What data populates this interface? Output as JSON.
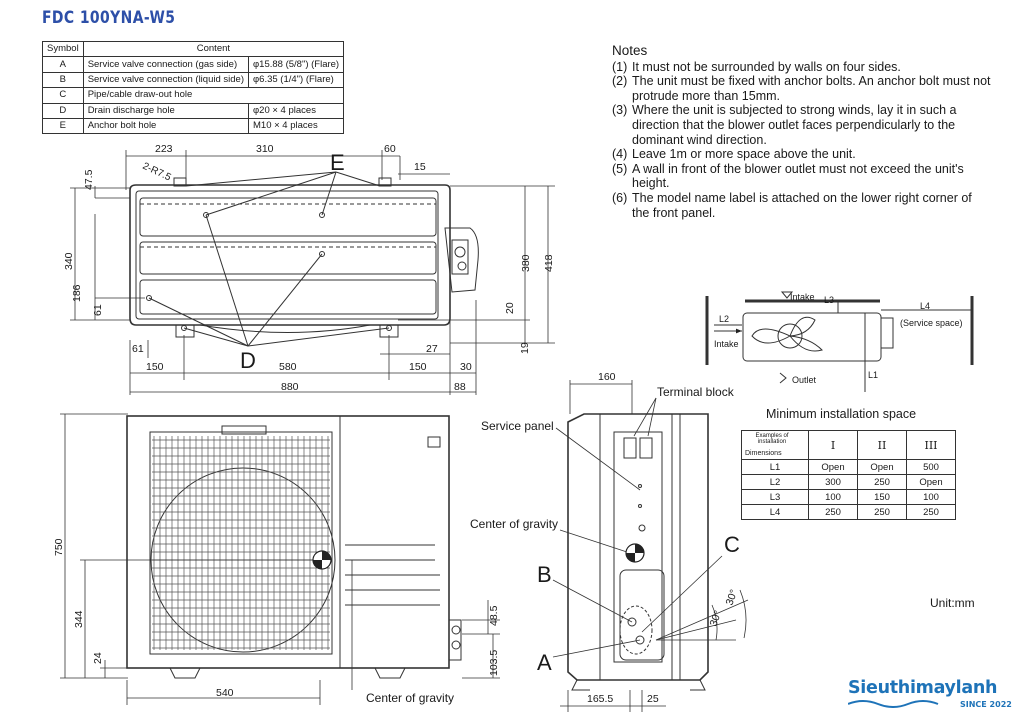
{
  "title": "FDC 100YNA-W5",
  "symbol_table": {
    "headers": [
      "Symbol",
      "Content"
    ],
    "rows": [
      {
        "symbol": "A",
        "content": "Service valve connection (gas side)",
        "spec": "φ15.88 (5/8\") (Flare)"
      },
      {
        "symbol": "B",
        "content": "Service valve connection (liquid side)",
        "spec": "φ6.35 (1/4\") (Flare)"
      },
      {
        "symbol": "C",
        "content": "Pipe/cable draw-out hole",
        "spec": ""
      },
      {
        "symbol": "D",
        "content": "Drain discharge hole",
        "spec": "φ20 × 4 places"
      },
      {
        "symbol": "E",
        "content": "Anchor bolt hole",
        "spec": "M10 × 4 places"
      }
    ]
  },
  "notes": {
    "title": "Notes",
    "items": [
      {
        "num": "(1)",
        "text": "It must not be surrounded by walls on four sides."
      },
      {
        "num": "(2)",
        "text": "The unit must be fixed with anchor bolts. An anchor bolt must not protrude more than 15mm."
      },
      {
        "num": "(3)",
        "text": "Where the unit is subjected to strong winds, lay it in such a direction that the blower outlet faces perpendicularly to the dominant wind direction."
      },
      {
        "num": "(4)",
        "text": "Leave 1m or more space above the unit."
      },
      {
        "num": "(5)",
        "text": "A wall in front of the blower outlet must not exceed the unit's height."
      },
      {
        "num": "(6)",
        "text": "The model name label is attached on the lower right corner of the front panel."
      }
    ]
  },
  "top_view": {
    "dims": {
      "d223": "223",
      "d310": "310",
      "d60": "60",
      "d15": "15",
      "d47_5": "47.5",
      "d340": "340",
      "d186": "186",
      "d61v": "61",
      "d380": "380",
      "d418": "418",
      "d20": "20",
      "d19": "19",
      "d61h": "61",
      "d27": "27",
      "d150a": "150",
      "d580": "580",
      "d150b": "150",
      "d30": "30",
      "d880": "880",
      "d88": "88"
    },
    "radius": "2-R7.5",
    "label_e": "E",
    "label_d": "D"
  },
  "front_view": {
    "d750": "750",
    "d344": "344",
    "d24": "24",
    "d48_5": "48.5",
    "d103_5": "103.5",
    "d540": "540",
    "cog": "Center of gravity"
  },
  "side_view": {
    "d160": "160",
    "d165_5": "165.5",
    "d25": "25",
    "ang1": "30°",
    "ang2": "30°",
    "terminal": "Terminal block",
    "service": "Service panel",
    "cog": "Center of gravity",
    "label_a": "A",
    "label_b": "B",
    "label_c": "C"
  },
  "installation": {
    "title": "Minimum installation space",
    "intake_top": "Intake",
    "intake_left": "Intake",
    "outlet": "Outlet",
    "service_space": "(Service space)",
    "l1": "L1",
    "l2": "L2",
    "l3": "L3",
    "l4": "L4",
    "header_examples": "Examples of installation",
    "header_dims": "Dimensions",
    "cols": [
      "I",
      "II",
      "III"
    ],
    "rows": [
      {
        "label": "L1",
        "values": [
          "Open",
          "Open",
          "500"
        ]
      },
      {
        "label": "L2",
        "values": [
          "300",
          "250",
          "Open"
        ]
      },
      {
        "label": "L3",
        "values": [
          "100",
          "150",
          "100"
        ]
      },
      {
        "label": "L4",
        "values": [
          "250",
          "250",
          "250"
        ]
      }
    ]
  },
  "unit": "Unit:mm",
  "logo": {
    "brand": "Sieuthimaylanh",
    "since": "SINCE 2022"
  }
}
